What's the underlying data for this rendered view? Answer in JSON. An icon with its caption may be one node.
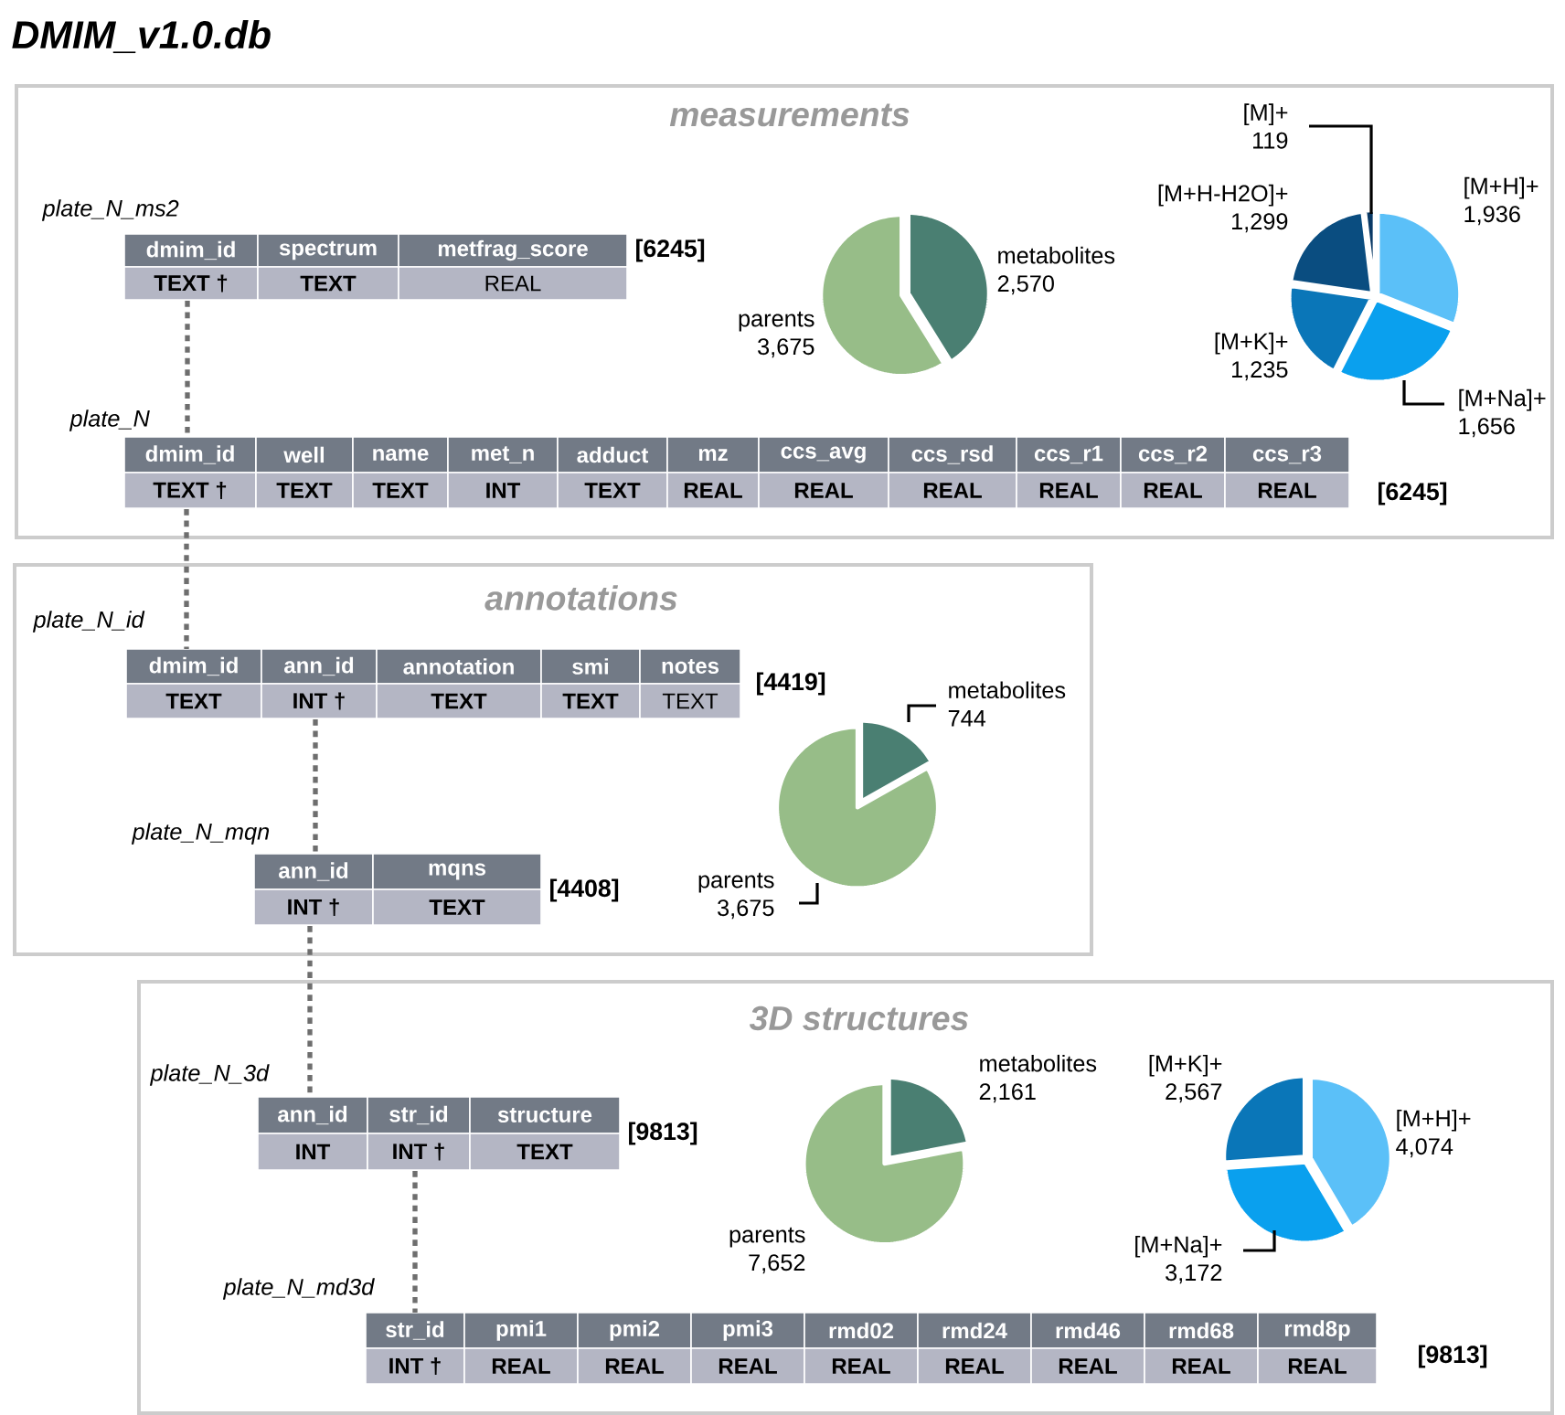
{
  "diagram": {
    "title": "DMIM_v1.0.db",
    "nodes": [
      {
        "text": [
          "measurements"
        ]
      },
      {
        "text": [
          "plate_N_ms2",
          "dmim_id",
          "spectrum",
          "metfrag_score",
          "TEXT †",
          "TEXT",
          "REAL"
        ],
        "beside": [
          "[6245]"
        ],
        "in": 0
      },
      {
        "text": [
          "plate_N",
          "dmim_id",
          "well",
          "name",
          "met_n",
          "adduct",
          "mz",
          "ccs_avg",
          "ccs_rsd",
          "ccs_r1",
          "ccs_r2",
          "ccs_r3",
          "TEXT †",
          "TEXT",
          "TEXT",
          "INT",
          "TEXT",
          "REAL",
          "REAL",
          "REAL",
          "REAL",
          "REAL",
          "REAL"
        ],
        "beside": [
          "[6245]"
        ],
        "in": 0
      },
      {
        "text": [
          "annotations"
        ]
      },
      {
        "text": [
          "plate_N_id",
          "dmim_id",
          "ann_id",
          "annotation",
          "smi",
          "notes",
          "TEXT",
          "INT †",
          "TEXT",
          "TEXT",
          "TEXT"
        ],
        "beside": [
          "[4419]"
        ],
        "in": 3
      },
      {
        "text": [
          "plate_N_mqn",
          "ann_id",
          "mqns",
          "INT †",
          "TEXT"
        ],
        "beside": [
          "[4408]"
        ],
        "in": 3
      },
      {
        "text": [
          "3D structures"
        ]
      },
      {
        "text": [
          "plate_N_3d",
          "ann_id",
          "str_id",
          "structure",
          "INT",
          "INT †",
          "TEXT"
        ],
        "beside": [
          "[9813]"
        ],
        "in": 6
      },
      {
        "text": [
          "plate_N_md3d",
          "str_id",
          "pmi1",
          "pmi2",
          "pmi3",
          "rmd02",
          "rmd24",
          "rmd46",
          "rmd68",
          "rmd8p",
          "INT †",
          "REAL",
          "REAL",
          "REAL",
          "REAL",
          "REAL",
          "REAL",
          "REAL",
          "REAL"
        ],
        "beside": [
          "[9813]"
        ],
        "in": 6
      }
    ],
    "edges": [
      {
        "from": 1,
        "to": 2,
        "arrow": "none"
      },
      {
        "from": 2,
        "to": 4,
        "arrow": "none"
      },
      {
        "from": 4,
        "to": 5,
        "arrow": "none"
      },
      {
        "from": 5,
        "to": 7,
        "arrow": "none"
      },
      {
        "from": 7,
        "to": 8,
        "arrow": "none"
      }
    ],
    "chart_data": [
      {
        "type": "pie",
        "categories": [
          "metabolites",
          "parents"
        ],
        "values": [
          2570,
          3675
        ],
        "value_labels": [
          "2,570",
          "3,675"
        ]
      },
      {
        "type": "pie",
        "categories": [
          "[M+H]+",
          "[M+Na]+",
          "[M+K]+",
          "[M+H-H2O]+",
          "[M]+"
        ],
        "values": [
          1936,
          1656,
          1235,
          1299,
          119
        ],
        "value_labels": [
          "1,936",
          "1,656",
          "1,235",
          "1,299",
          "119"
        ]
      },
      {
        "type": "pie",
        "categories": [
          "metabolites",
          "parents"
        ],
        "values": [
          744,
          3675
        ],
        "value_labels": [
          "744",
          "3,675"
        ]
      },
      {
        "type": "pie",
        "categories": [
          "metabolites",
          "parents"
        ],
        "values": [
          2161,
          7652
        ],
        "value_labels": [
          "2,161",
          "7,652"
        ]
      },
      {
        "type": "pie",
        "categories": [
          "[M+H]+",
          "[M+Na]+",
          "[M+K]+"
        ],
        "values": [
          4074,
          3172,
          2567
        ],
        "value_labels": [
          "4,074",
          "3,172",
          "2,567"
        ]
      }
    ]
  }
}
